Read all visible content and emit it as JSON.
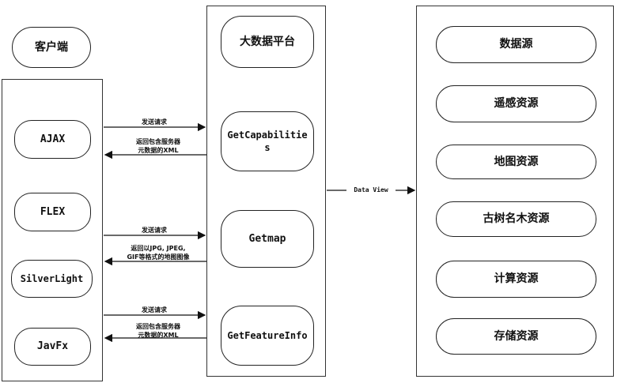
{
  "client": {
    "label": "客户端",
    "items": [
      "AJAX",
      "FLEX",
      "SilverLight",
      "JavFx"
    ]
  },
  "platform": {
    "label": "大数据平台",
    "items": [
      "GetCapabilities",
      "Getmap",
      "GetFeatureInfo"
    ]
  },
  "sources": {
    "items": [
      "数据源",
      "遥感资源",
      "地图资源",
      "古树名木资源",
      "计算资源",
      "存储资源"
    ]
  },
  "arrows": {
    "request_1": "发送请求",
    "response_1_line1": "返回包含服务器",
    "response_1_line2": "元数据的XML",
    "request_2": "发送请求",
    "response_2_line1": "返回以JPG, JPEG,",
    "response_2_line2": "GIF等格式的地图图像",
    "request_3": "发送请求",
    "response_3_line1": "返回包含服务器",
    "response_3_line2": "元数据的XML",
    "data_view": "Data View"
  }
}
